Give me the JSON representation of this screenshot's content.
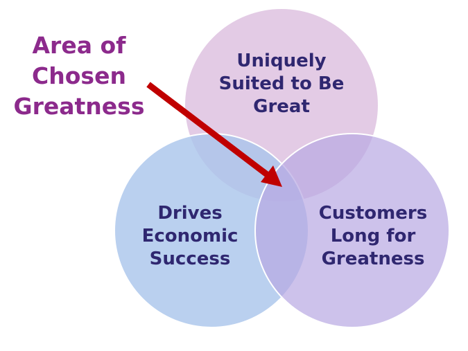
{
  "callout": [
    "Area of",
    "Chosen",
    "Greatness"
  ],
  "circles": {
    "top": {
      "lines": [
        "Uniquely",
        "Suited to Be",
        "Great"
      ],
      "color": "#e3cbe5"
    },
    "left": {
      "lines": [
        "Drives",
        "Economic",
        "Success"
      ],
      "color": "#b5cdea"
    },
    "right": {
      "lines": [
        "Customers",
        "Long for",
        "Greatness"
      ],
      "color": "#c9bbe8"
    }
  },
  "arrow_color": "#c00000",
  "text_color": "#2f2770",
  "callout_color": "#8c2a8c"
}
